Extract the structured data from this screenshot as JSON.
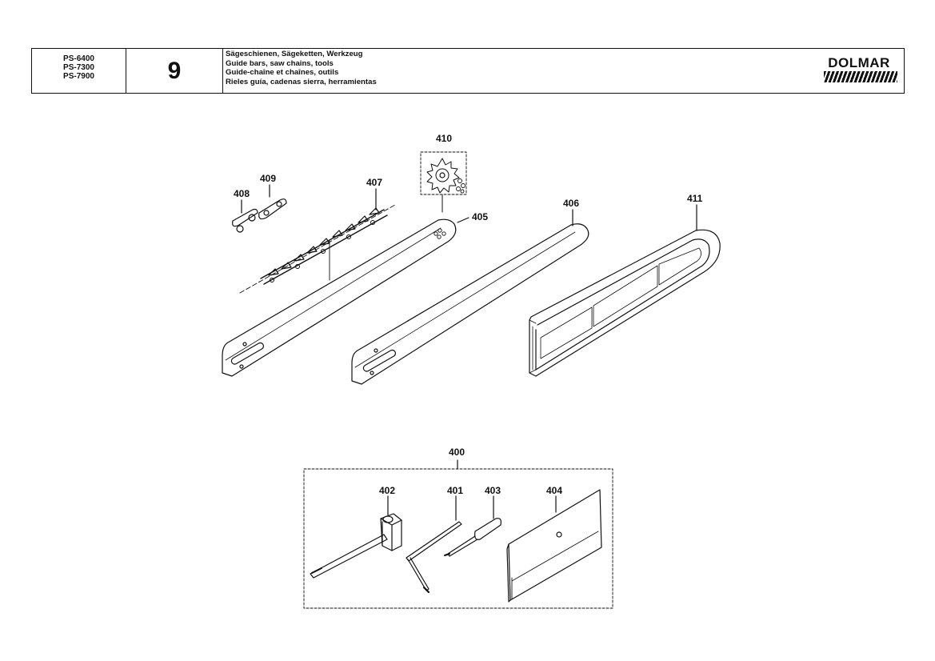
{
  "header": {
    "models": [
      "PS-6400",
      "PS-7300",
      "PS-7900"
    ],
    "section_number": "9",
    "titles": [
      "Sägeschienen, Sägeketten, Werkzeug",
      "Guide bars, saw chains, tools",
      "Guide-chaîne et chaînes, outils",
      "Rieles guía, cadenas sierra, herramientas"
    ],
    "brand": "DOLMAR"
  },
  "parts": [
    {
      "id": "p410",
      "label": "410",
      "name": "sprocket"
    },
    {
      "id": "p409",
      "label": "409",
      "name": "chain-connector-link"
    },
    {
      "id": "p408",
      "label": "408",
      "name": "chain-rivet-link"
    },
    {
      "id": "p407",
      "label": "407",
      "name": "saw-chain"
    },
    {
      "id": "p405",
      "label": "405",
      "name": "guide-bar-sprocket-nose"
    },
    {
      "id": "p406",
      "label": "406",
      "name": "guide-bar-solid"
    },
    {
      "id": "p411",
      "label": "411",
      "name": "chain-guard"
    },
    {
      "id": "p400",
      "label": "400",
      "name": "tool-kit"
    },
    {
      "id": "p402",
      "label": "402",
      "name": "combination-wrench"
    },
    {
      "id": "p401",
      "label": "401",
      "name": "hex-key"
    },
    {
      "id": "p403",
      "label": "403",
      "name": "screwdriver"
    },
    {
      "id": "p404",
      "label": "404",
      "name": "tool-pouch"
    }
  ]
}
